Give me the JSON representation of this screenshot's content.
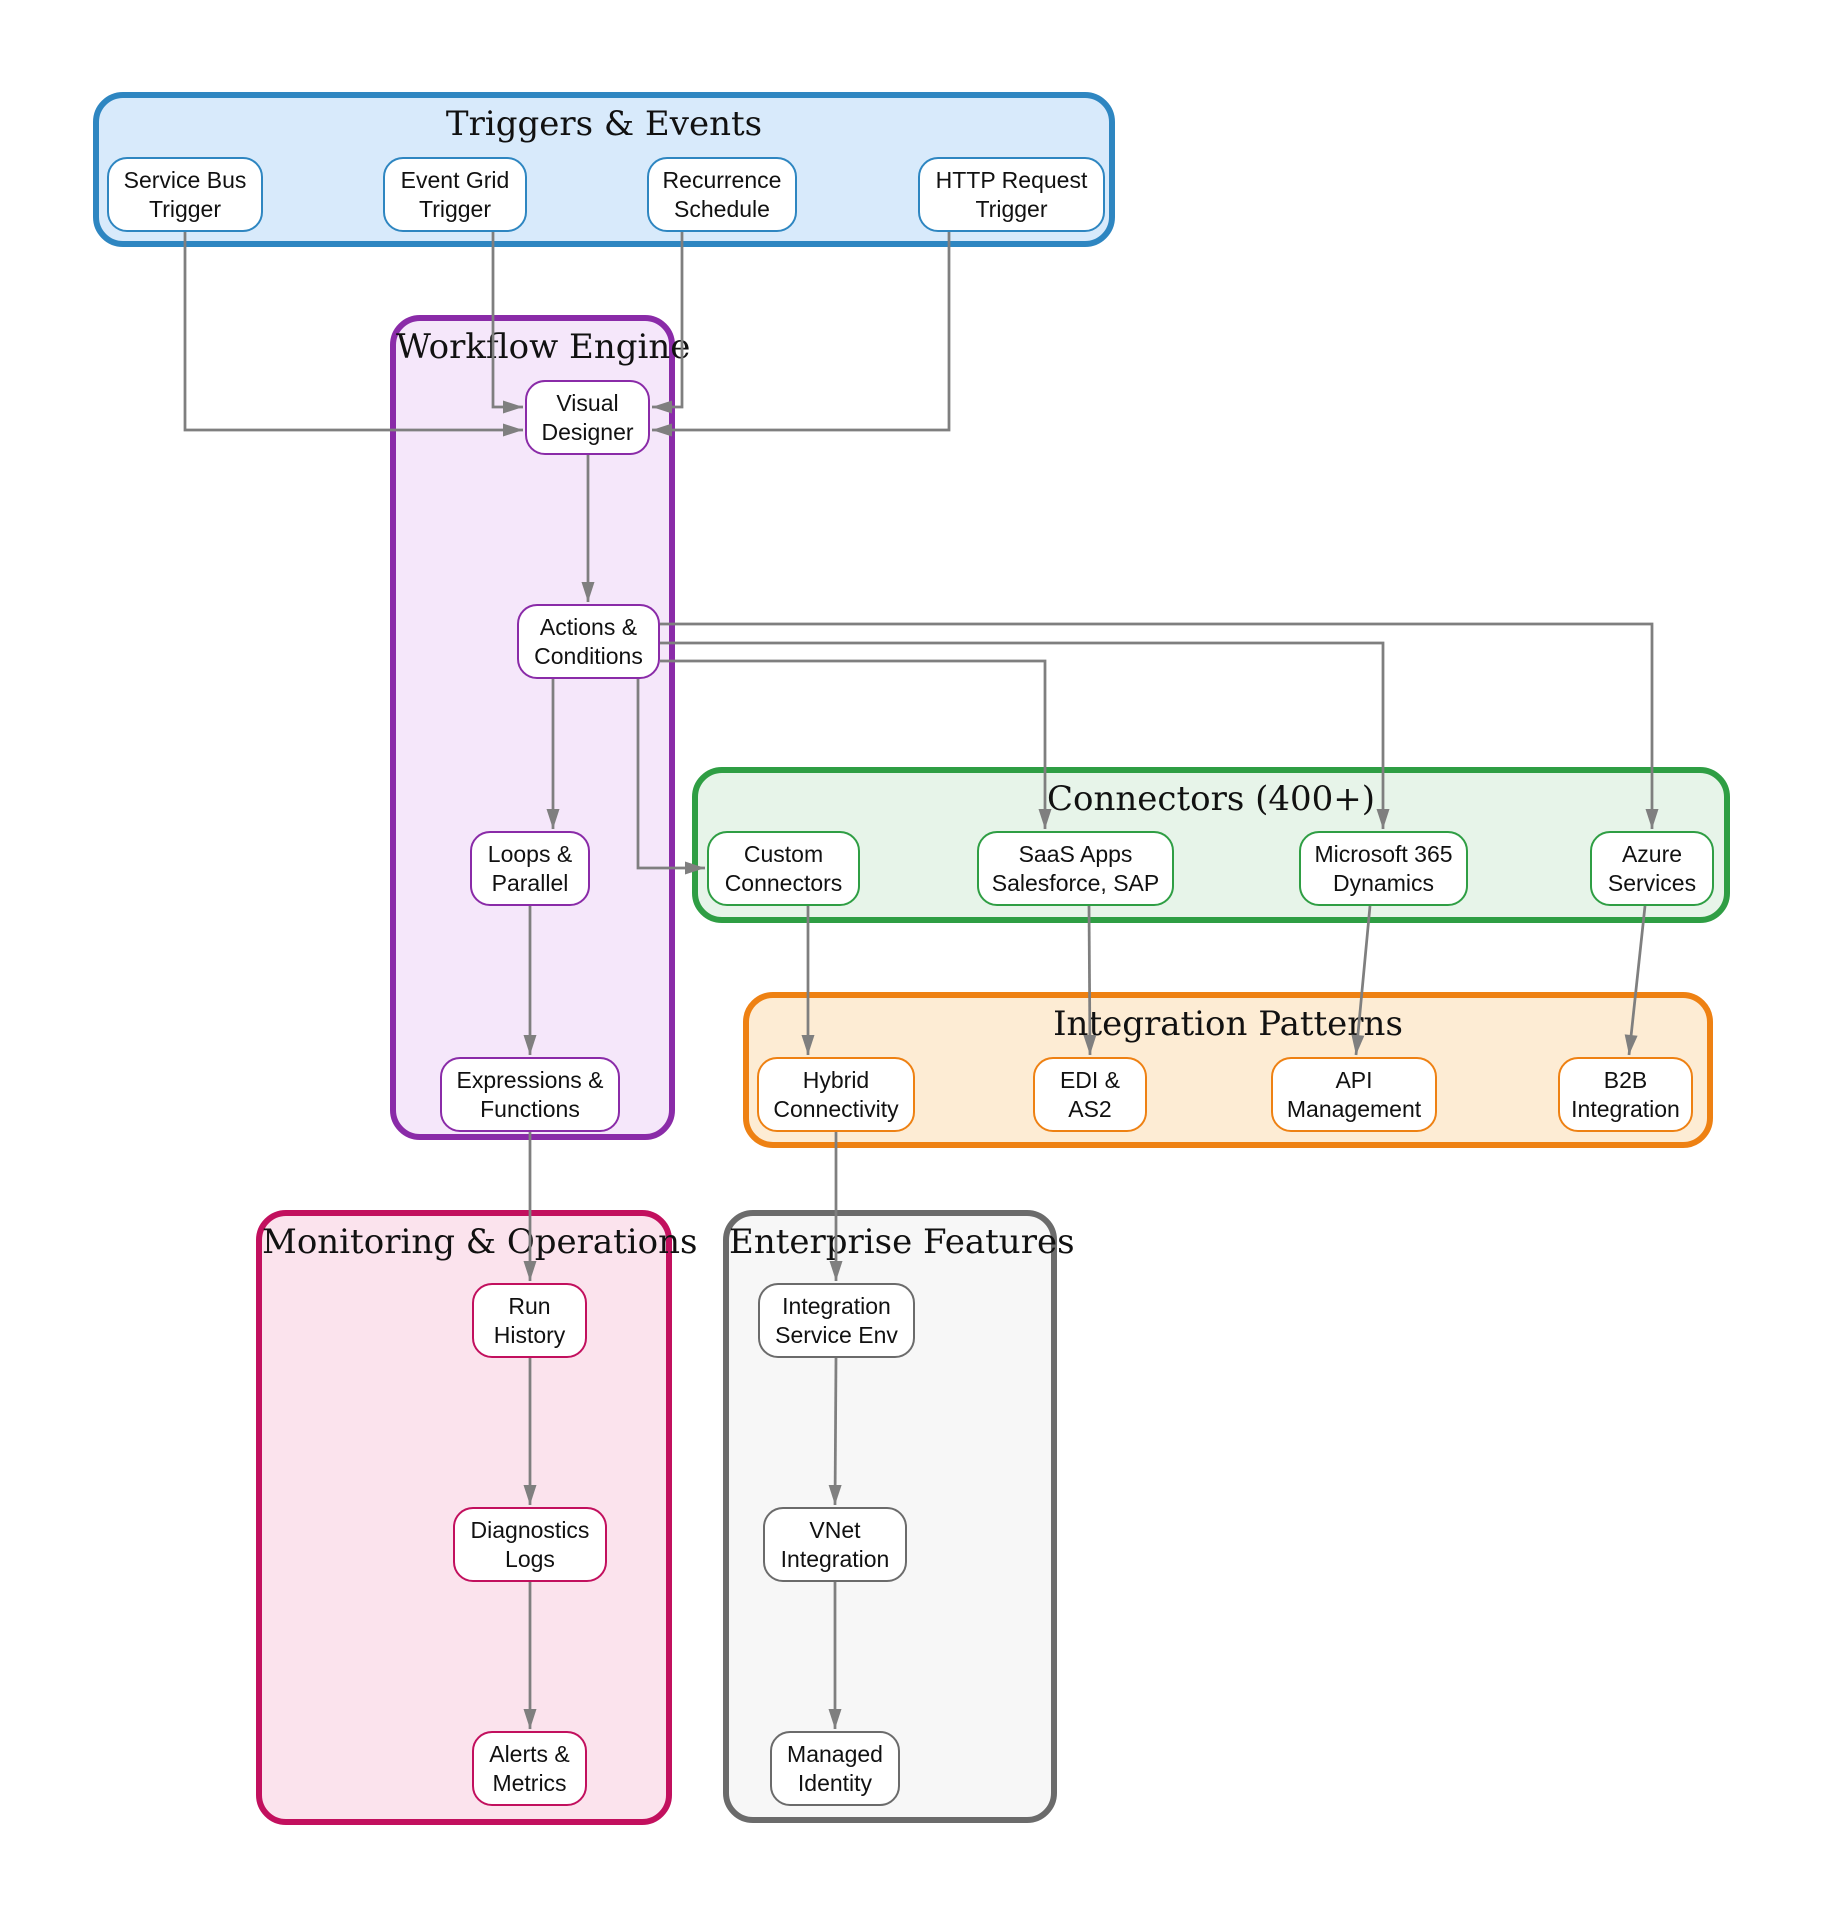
{
  "clusters": {
    "triggers": {
      "title": "Triggers & Events",
      "border_color": "#2E86C1",
      "fill_color": "#D8EAFB"
    },
    "workflow": {
      "title": "Workflow Engine",
      "border_color": "#8A2BA8",
      "fill_color": "#F5E7FA"
    },
    "connectors": {
      "title": "Connectors (400+)",
      "border_color": "#2F9E44",
      "fill_color": "#E7F4E9"
    },
    "patterns": {
      "title": "Integration Patterns",
      "border_color": "#EE8113",
      "fill_color": "#FDECD4"
    },
    "monitoring": {
      "title": "Monitoring & Operations",
      "border_color": "#C2105E",
      "fill_color": "#FBE3ED"
    },
    "enterprise": {
      "title": "Enterprise Features",
      "border_color": "#6B6B6B",
      "fill_color": "#F7F7F7"
    }
  },
  "nodes": {
    "service_bus": {
      "label": "Service Bus\nTrigger"
    },
    "event_grid": {
      "label": "Event Grid\nTrigger"
    },
    "recurrence": {
      "label": "Recurrence\nSchedule"
    },
    "http_request": {
      "label": "HTTP Request\nTrigger"
    },
    "visual_designer": {
      "label": "Visual\nDesigner"
    },
    "actions_conditions": {
      "label": "Actions &\nConditions"
    },
    "loops_parallel": {
      "label": "Loops &\nParallel"
    },
    "expressions_functions": {
      "label": "Expressions &\nFunctions"
    },
    "custom_connectors": {
      "label": "Custom\nConnectors"
    },
    "saas_apps": {
      "label": "SaaS Apps\nSalesforce, SAP"
    },
    "microsoft_365": {
      "label": "Microsoft 365\nDynamics"
    },
    "azure_services": {
      "label": "Azure\nServices"
    },
    "hybrid_connectivity": {
      "label": "Hybrid\nConnectivity"
    },
    "edi_as2": {
      "label": "EDI &\nAS2"
    },
    "api_management": {
      "label": "API\nManagement"
    },
    "b2b_integration": {
      "label": "B2B\nIntegration"
    },
    "run_history": {
      "label": "Run\nHistory"
    },
    "diagnostics_logs": {
      "label": "Diagnostics\nLogs"
    },
    "alerts_metrics": {
      "label": "Alerts &\nMetrics"
    },
    "integration_service_env": {
      "label": "Integration\nService Env"
    },
    "vnet_integration": {
      "label": "VNet\nIntegration"
    },
    "managed_identity": {
      "label": "Managed\nIdentity"
    }
  },
  "edges": {
    "color": "#7F7F7F",
    "connections": [
      "Service Bus Trigger -> Visual Designer",
      "Event Grid Trigger -> Visual Designer",
      "Recurrence Schedule -> Visual Designer",
      "HTTP Request Trigger -> Visual Designer",
      "Visual Designer -> Actions & Conditions",
      "Actions & Conditions -> Loops & Parallel",
      "Actions & Conditions -> Custom Connectors",
      "Actions & Conditions -> SaaS Apps Salesforce, SAP",
      "Actions & Conditions -> Microsoft 365 Dynamics",
      "Actions & Conditions -> Azure Services",
      "Loops & Parallel -> Expressions & Functions",
      "Custom Connectors -> Hybrid Connectivity",
      "SaaS Apps Salesforce, SAP -> EDI & AS2",
      "Microsoft 365 Dynamics -> API Management",
      "Azure Services -> B2B Integration",
      "Expressions & Functions -> Run History",
      "Run History -> Diagnostics Logs",
      "Diagnostics Logs -> Alerts & Metrics",
      "Hybrid Connectivity -> Integration Service Env",
      "Integration Service Env -> VNet Integration",
      "VNet Integration -> Managed Identity"
    ]
  }
}
